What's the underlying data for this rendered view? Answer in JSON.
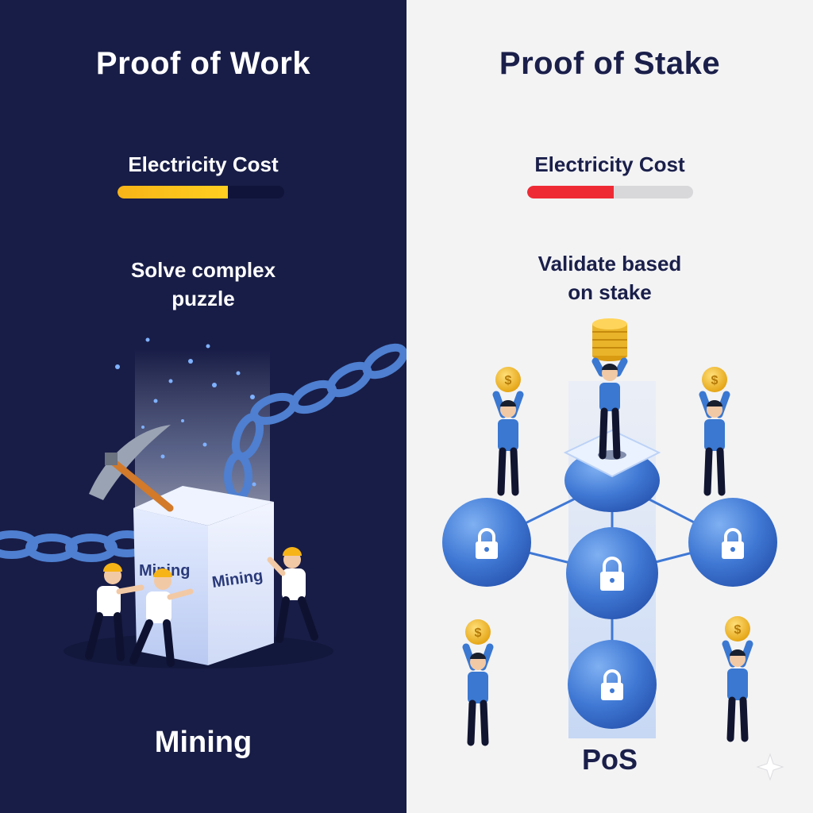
{
  "left": {
    "title": "Proof of Work",
    "cost_label": "Electricity Cost",
    "cost_level": 0.66,
    "description_lines": [
      "Solve complex",
      "puzzle"
    ],
    "block_labels": [
      "Mining",
      "Mining"
    ],
    "footer": "Mining",
    "colors": {
      "background": "#181d47",
      "bar_fill": "#ffc41c",
      "bar_track": "#10143a"
    }
  },
  "right": {
    "title": "Proof of Stake",
    "cost_label": "Electricity Cost",
    "cost_level": 0.52,
    "description_lines": [
      "Validate based",
      "on stake"
    ],
    "footer": "PoS",
    "colors": {
      "background": "#f3f3f4",
      "bar_fill": "#ee2b35",
      "bar_track": "#d8d8da"
    }
  },
  "icons": [
    "pickaxe-icon",
    "chain-icon",
    "lock-icon",
    "coin-icon",
    "worker-icon",
    "validator-icon"
  ]
}
